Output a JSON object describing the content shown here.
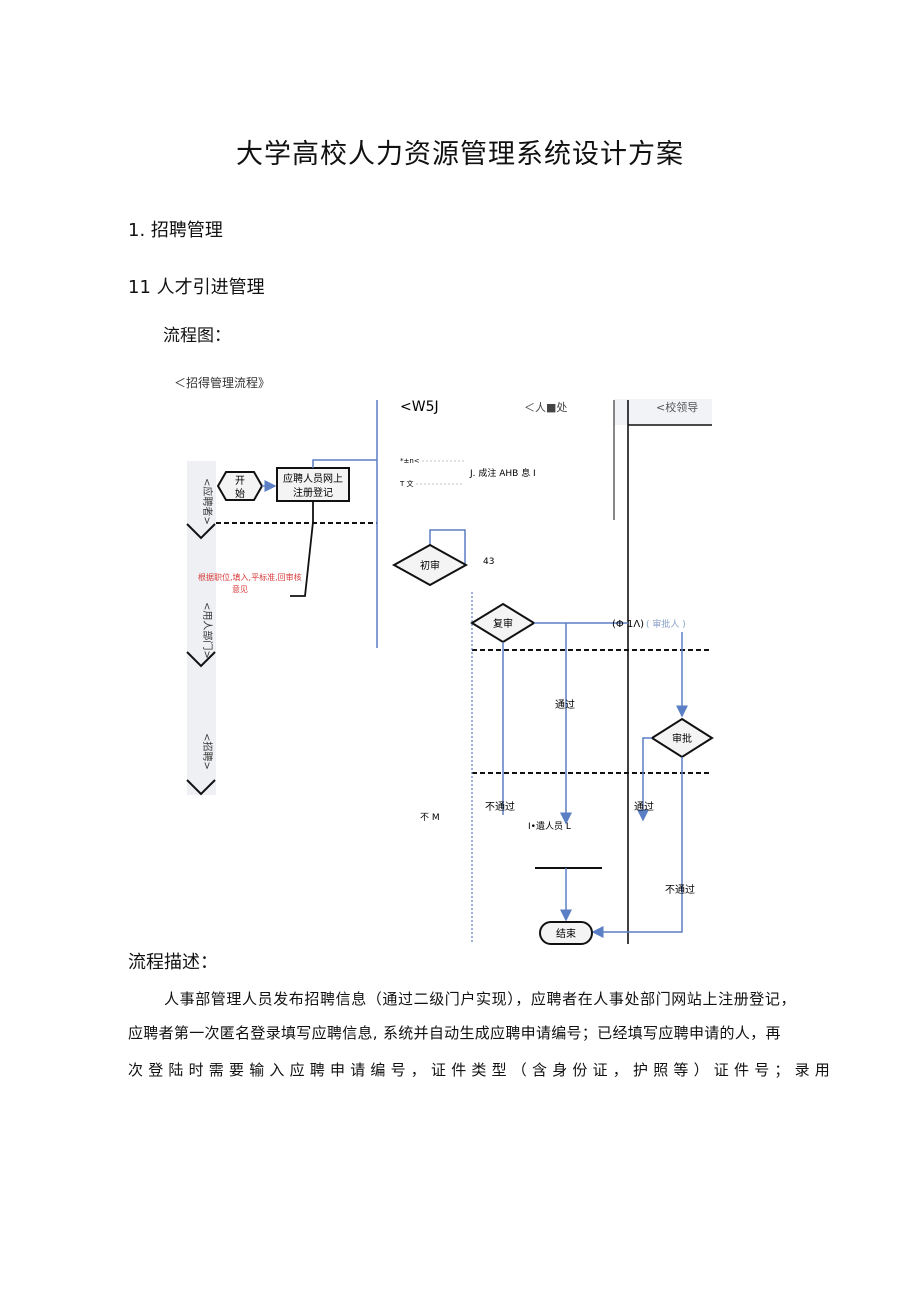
{
  "document": {
    "title": "大学高校人力资源管理系统设计方案",
    "section_1": "1. 招聘管理",
    "section_1_1": "11 人才引进管理",
    "flowchart_label": "流程图：",
    "flowchart_caption": "＜招得管理流程》"
  },
  "flowchart": {
    "lane_headers": [
      "<W5J",
      "＜人■处",
      "<校领导"
    ],
    "left_lane_labels": [
      "<应聘者>",
      "<用人部门>",
      "<招聘>"
    ],
    "nodes": {
      "start": [
        "开",
        "始"
      ],
      "register": [
        "应聘人员网上",
        "注册登记"
      ],
      "first_review": "初审",
      "second_review": "复审",
      "approve": "审批",
      "end": "结束"
    },
    "annotations": {
      "note_tn": "*±n<",
      "note_t": "T 文",
      "note_ahb": "J. 成注 AHB 息 I",
      "note_43": "43",
      "red_note": [
        "根据职位,填入,平标准,回审核",
        "意见"
      ],
      "note_phi": "(Φ 1Λ)",
      "note_phi_faint": "( 审批人 )",
      "pass_1": "通过",
      "pass_2": "通过",
      "fail_1": "不通过",
      "fail_2": "不通过",
      "no_m": "不 M",
      "hire_staff": "I•遺人员 L"
    },
    "colors": {
      "arrow": "#5b7fc4",
      "line": "#111111",
      "red_note": "#d93b3b"
    }
  },
  "description": {
    "heading": "流程描述：",
    "lines": [
      "人事部管理人员发布招聘信息（通过二级门户实现），应聘者在人事处部门网站上注册登记，",
      "应聘者第一次匿名登录填写应聘信息, 系统并自动生成应聘申请编号；已经填写应聘申请的人，再",
      "次登陆时需要输入应聘申请编号，证件类型（含身份证，护照等）证件号；录用"
    ]
  }
}
